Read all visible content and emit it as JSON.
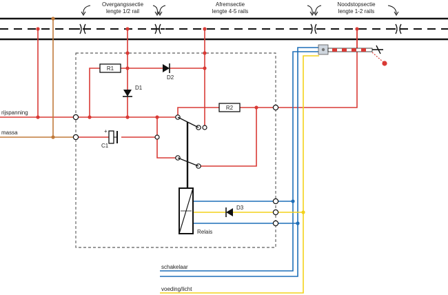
{
  "labels": {
    "overgang_title": "Overgangssectie",
    "overgang_sub": "lengte 1/2 rail",
    "afrem_title": "Afremsectie",
    "afrem_sub": "lengte 4-5 rails",
    "noodstop_title": "Noodstopsectie",
    "noodstop_sub": "lengte 1-2 rails",
    "rijspanning": "rijspanning",
    "massa": "massa",
    "r1": "R1",
    "r2": "R2",
    "d1": "D1",
    "d2": "D2",
    "d3": "D3",
    "c1": "C1",
    "c1_plus": "+",
    "relais": "Relais",
    "schakelaar": "schakelaar",
    "voeding": "voeding/licht"
  },
  "colors": {
    "rail": "#111111",
    "rijspanning": "#d93a35",
    "massa": "#c07a3a",
    "schakelaar": "#1d6fb8",
    "voeding": "#f3d21a"
  },
  "icons": [
    "signal-icon",
    "diode-icon",
    "resistor-icon",
    "capacitor-icon",
    "relay-icon",
    "switch-contact-icon"
  ]
}
